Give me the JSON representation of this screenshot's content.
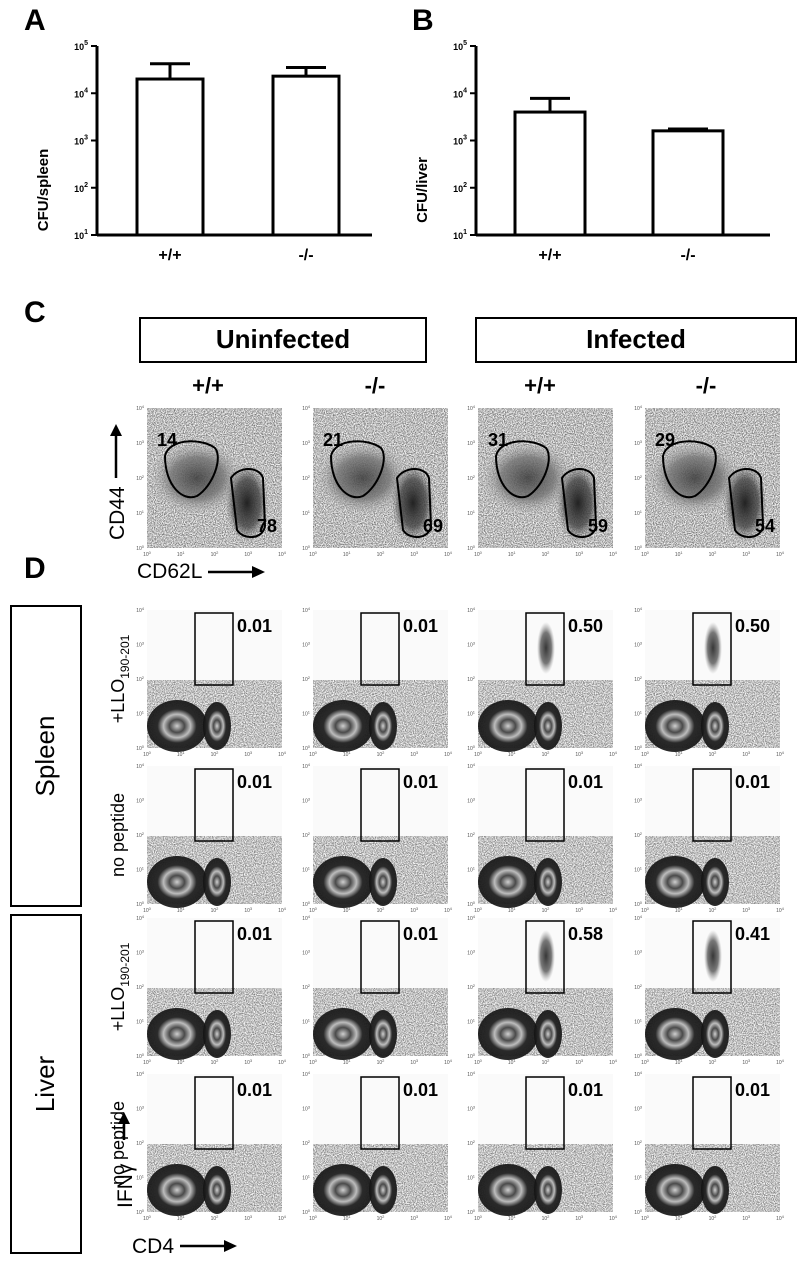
{
  "panels": {
    "A": "A",
    "B": "B",
    "C": "C",
    "D": "D"
  },
  "chart_data": [
    {
      "type": "bar",
      "panel": "A",
      "ylabel": "CFU/spleen",
      "yscale": "log",
      "ylim": [
        10,
        100000
      ],
      "yticks": [
        "10",
        "10",
        "10",
        "10",
        "10"
      ],
      "ytick_exponents": [
        "1",
        "2",
        "3",
        "4",
        "5"
      ],
      "categories": [
        "+/+",
        "-/-"
      ],
      "values": [
        20000,
        23000
      ],
      "error_upper": [
        42000,
        35000
      ]
    },
    {
      "type": "bar",
      "panel": "B",
      "ylabel": "CFU/liver",
      "yscale": "log",
      "ylim": [
        10,
        100000
      ],
      "yticks": [
        "10",
        "10",
        "10",
        "10",
        "10"
      ],
      "ytick_exponents": [
        "1",
        "2",
        "3",
        "4",
        "5"
      ],
      "categories": [
        "+/+",
        "-/-"
      ],
      "values": [
        4000,
        1600
      ],
      "error_upper": [
        7800,
        1750
      ]
    }
  ],
  "panelC": {
    "headers": [
      "Uninfected",
      "Infected"
    ],
    "genotypes": [
      "+/+",
      "-/-",
      "+/+",
      "-/-"
    ],
    "y_axis": "CD44",
    "x_axis": "CD62L",
    "gate_upper": [
      "14",
      "21",
      "31",
      "29"
    ],
    "gate_lower": [
      "78",
      "69",
      "59",
      "54"
    ]
  },
  "panelD": {
    "tissues": [
      "Spleen",
      "Liver"
    ],
    "conditions": [
      {
        "prefix": "+LLO",
        "sub": "190-201"
      },
      {
        "prefix": "no peptide",
        "sub": ""
      },
      {
        "prefix": "+LLO",
        "sub": "190-201"
      },
      {
        "prefix": "no peptide",
        "sub": ""
      }
    ],
    "y_axis": "IFNγ",
    "x_axis": "CD4",
    "values": [
      [
        "0.01",
        "0.01",
        "0.50",
        "0.50"
      ],
      [
        "0.01",
        "0.01",
        "0.01",
        "0.01"
      ],
      [
        "0.01",
        "0.01",
        "0.58",
        "0.41"
      ],
      [
        "0.01",
        "0.01",
        "0.01",
        "0.01"
      ]
    ]
  },
  "flow_ticks": {
    "x": [
      "10",
      "10",
      "10",
      "10",
      "10"
    ],
    "x_exp": [
      "0",
      "1",
      "2",
      "3",
      "4"
    ]
  }
}
